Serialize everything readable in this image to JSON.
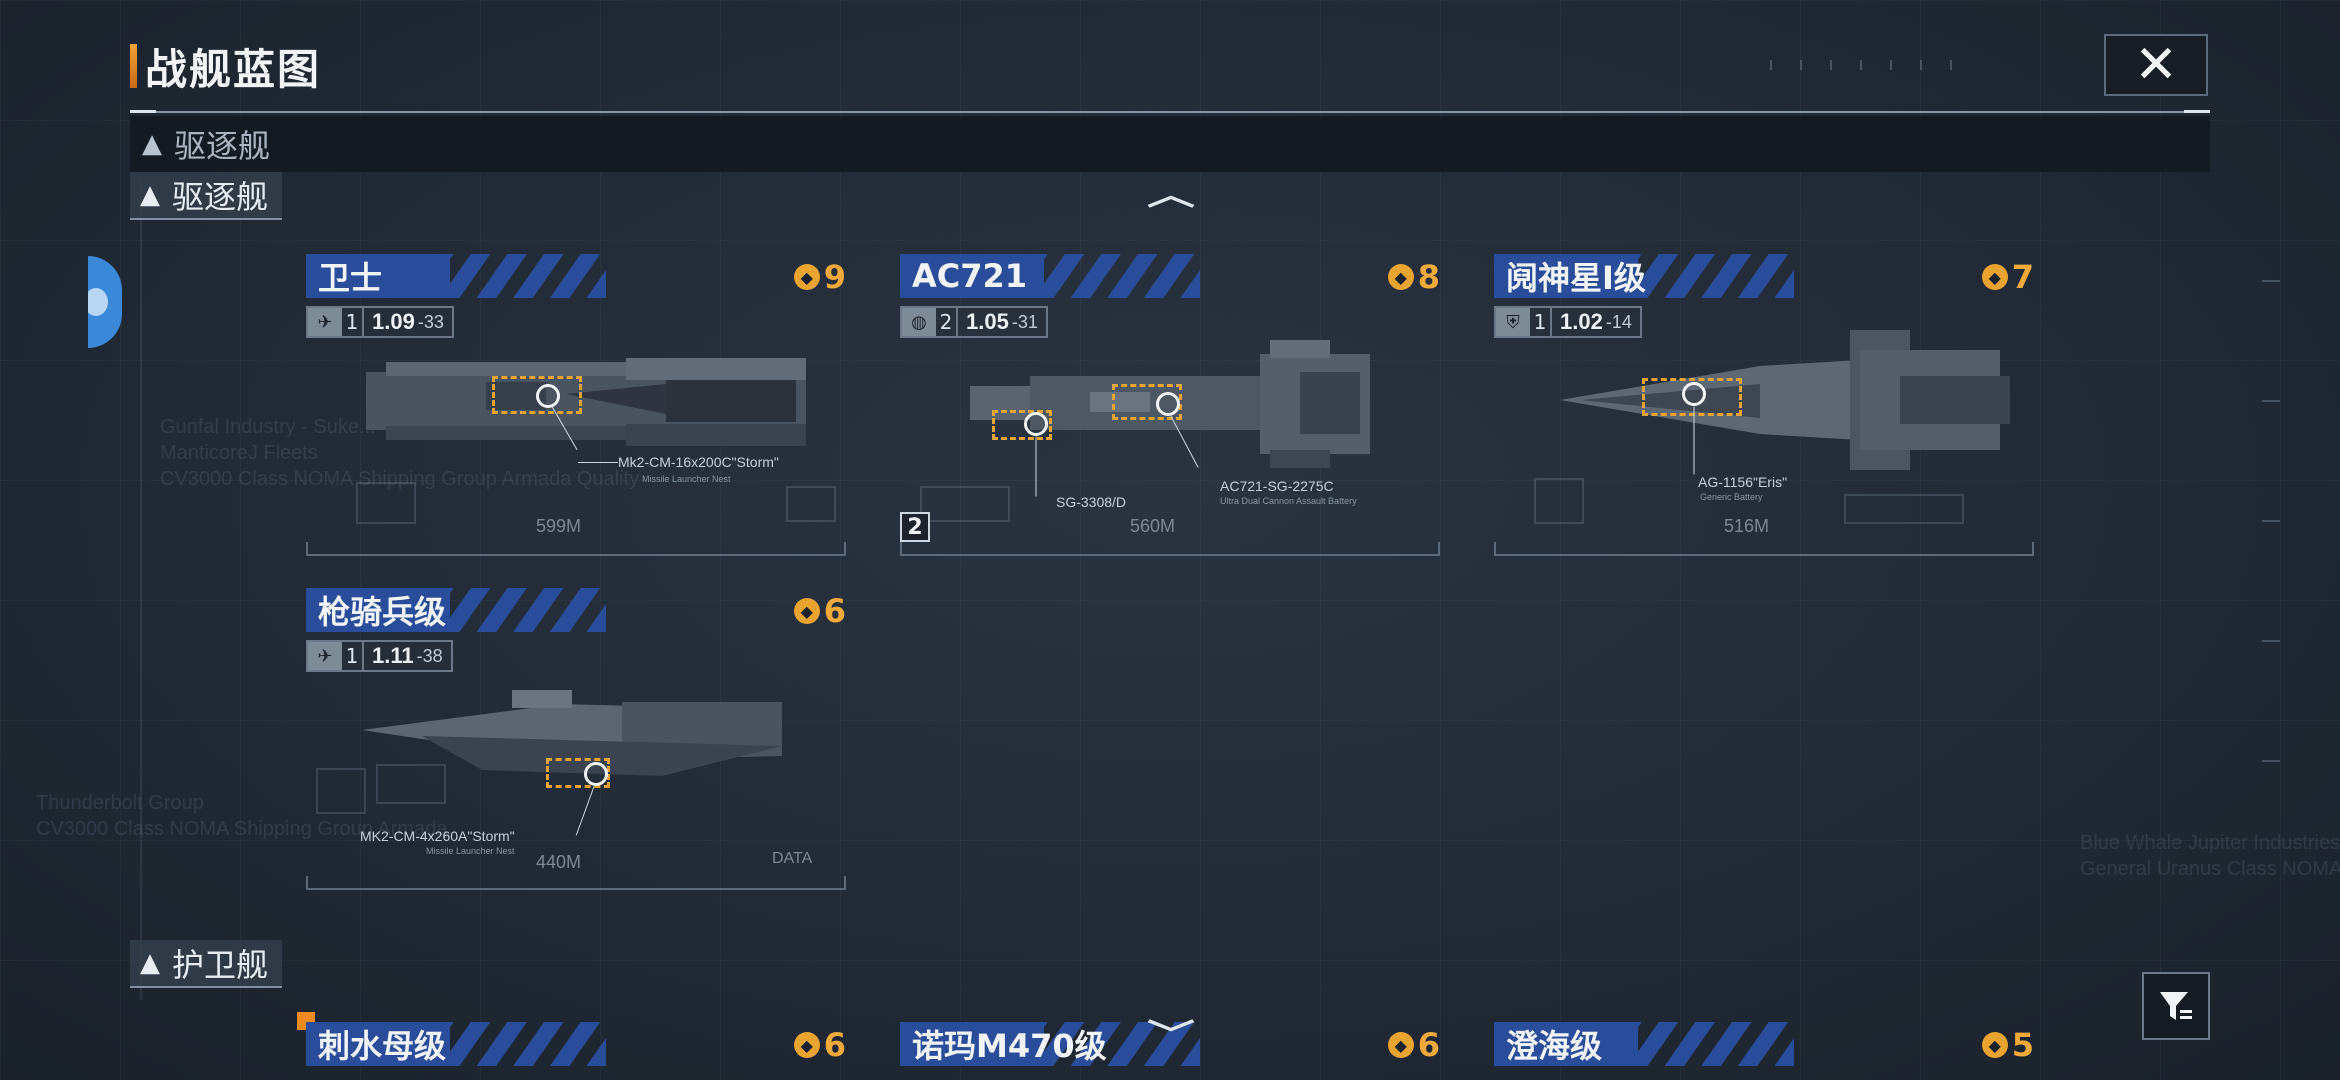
{
  "header": {
    "title": "战舰蓝图",
    "close_glyph": "✕"
  },
  "category_bar": {
    "arrow": "▲",
    "label": "驱逐舰"
  },
  "section_destroyer": {
    "arrow": "▲",
    "label": "驱逐舰"
  },
  "section_frigate": {
    "arrow": "▲",
    "label": "护卫舰"
  },
  "background_text": {
    "left_block_1": "Gunfal Industry - Suke...\nManticoreJ Fleets\nCV3000 Class NOMA Shipping Group Armada Quality",
    "left_block_2": "Thunderbolt Group\nCV3000 Class NOMA Shipping Group Armada",
    "right_block": "Blue Whale Jupiter Industries\nGeneral Uranus Class NOMA Shipping"
  },
  "ships": [
    {
      "name": "卫士",
      "cost": "9",
      "stat_icon": "jet-icon",
      "tier": "1",
      "stat_main": "1.09",
      "stat_sub": "-33",
      "weapon": "Mk2-CM-16x200C\"Storm\"",
      "weapon_sub": "Missile Launcher Nest",
      "length": "599M"
    },
    {
      "name": "AC721",
      "cost": "8",
      "stat_icon": "globe-icon",
      "tier": "2",
      "stat_main": "1.05",
      "stat_sub": "-31",
      "weapon": "AC721-SG-2275C",
      "weapon_sub": "Ultra Dual Cannon Assault Battery",
      "weapon2": "SG-3308/D",
      "length": "560M",
      "badge": "2"
    },
    {
      "name": "阋神星I级",
      "cost": "7",
      "stat_icon": "shield-icon",
      "tier": "1",
      "stat_main": "1.02",
      "stat_sub": "-14",
      "weapon": "AG-1156\"Eris\"",
      "weapon_sub": "Generic Battery",
      "length": "516M"
    },
    {
      "name": "枪骑兵级",
      "cost": "6",
      "stat_icon": "jet-icon",
      "tier": "1",
      "stat_main": "1.11",
      "stat_sub": "-38",
      "weapon": "MK2-CM-4x260A\"Storm\"",
      "weapon_sub": "Missile Launcher Nest",
      "length": "440M",
      "data_tag": "DATA"
    },
    {
      "name": "刺水母级",
      "cost": "6"
    },
    {
      "name": "诺玛M470级",
      "cost": "6"
    },
    {
      "name": "澄海级",
      "cost": "5"
    }
  ],
  "colors": {
    "accent": "#e9a32f",
    "header_blue": "#2a4d9b",
    "background": "#212a35"
  }
}
